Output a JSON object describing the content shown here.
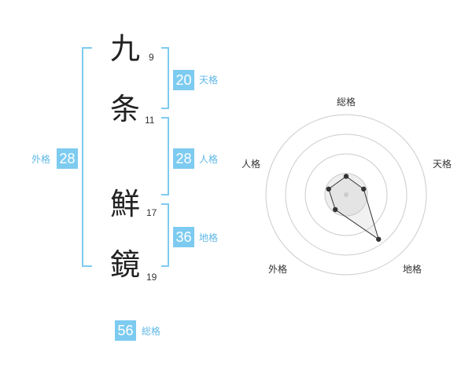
{
  "name": {
    "characters": [
      {
        "char": "九",
        "strokes": "9"
      },
      {
        "char": "条",
        "strokes": "11"
      },
      {
        "char": "鮮",
        "strokes": "17"
      },
      {
        "char": "鏡",
        "strokes": "19"
      }
    ]
  },
  "kakusu": {
    "tenkaku": {
      "value": "20",
      "label": "天格"
    },
    "jinkaku": {
      "value": "28",
      "label": "人格"
    },
    "chikaku": {
      "value": "36",
      "label": "地格"
    },
    "gaikaku": {
      "value": "28",
      "label": "外格"
    },
    "soukaku": {
      "value": "56",
      "label": "総格"
    }
  },
  "radar": {
    "labels": {
      "soukaku": "総格",
      "tenkaku": "天格",
      "chikaku": "地格",
      "gaikaku": "外格",
      "jinkaku": "人格"
    },
    "colors": {
      "ring": "#cccccc",
      "polygon_stroke": "#333333",
      "point": "#333333",
      "center_fill": "#eeeeee"
    }
  },
  "chart_data": {
    "type": "radar",
    "axes": [
      "総格",
      "天格",
      "地格",
      "外格",
      "人格"
    ],
    "values": [
      1,
      1,
      3,
      1,
      1
    ],
    "rlim": [
      0,
      5
    ],
    "rings": 4
  },
  "colors": {
    "accent": "#7dcbf0",
    "accent_text": "#5fb8e6",
    "bracket": "#7dcbf0"
  }
}
